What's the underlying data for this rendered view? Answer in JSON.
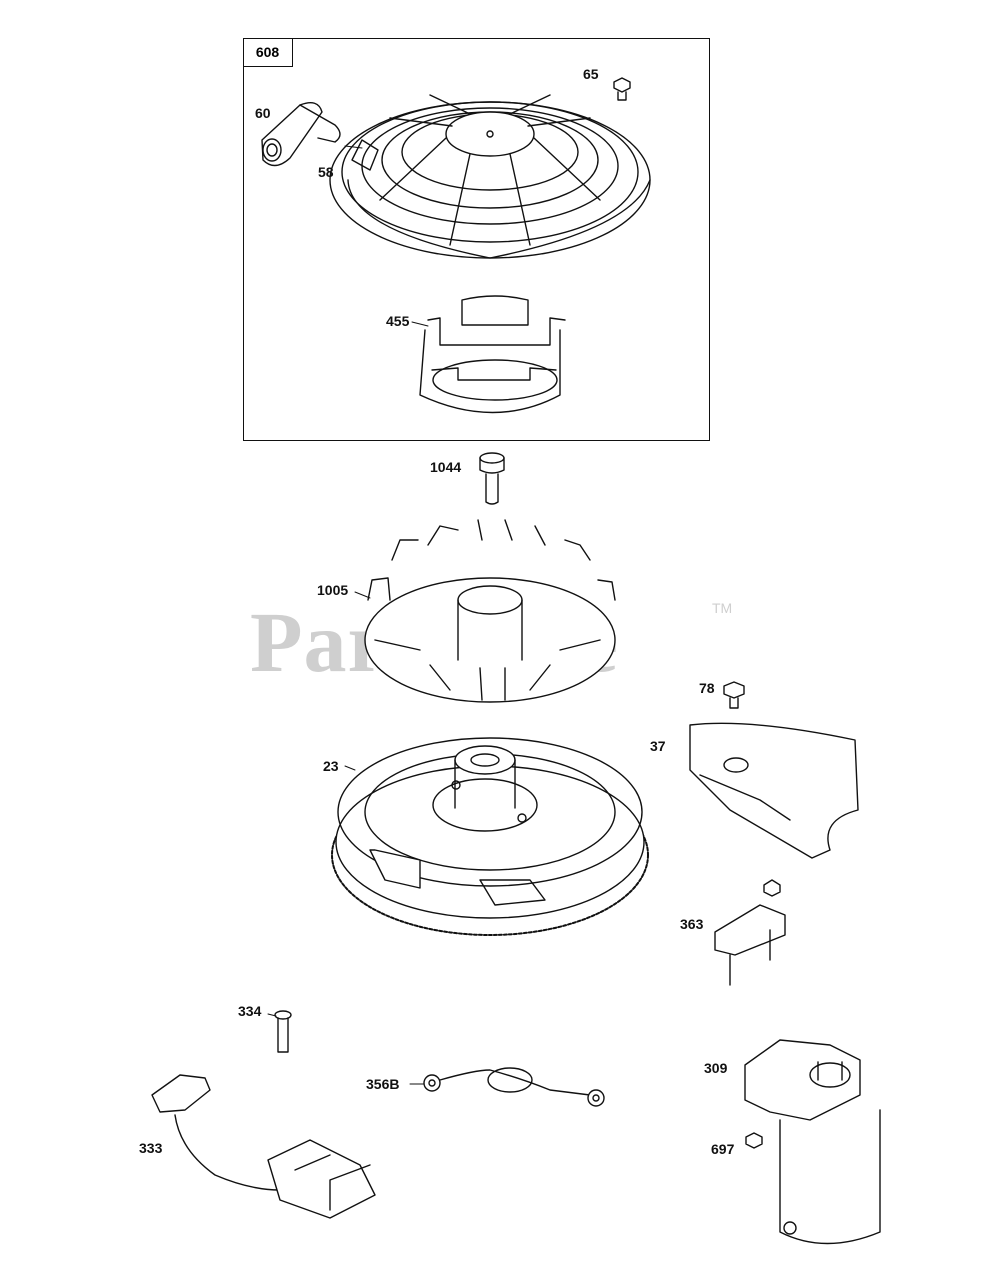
{
  "group": {
    "number": "608"
  },
  "callouts": {
    "p60": "60",
    "p58": "58",
    "p65": "65",
    "p455": "455",
    "p1044": "1044",
    "p1005": "1005",
    "p78": "78",
    "p37": "37",
    "p23": "23",
    "p363": "363",
    "p334": "334",
    "p356b": "356B",
    "p333": "333",
    "p309": "309",
    "p697": "697"
  },
  "watermark": {
    "text": "PartsTree",
    "tm": "TM"
  },
  "colors": {
    "line": "#111111",
    "watermark": "#cfcfcf",
    "background": "#ffffff"
  }
}
